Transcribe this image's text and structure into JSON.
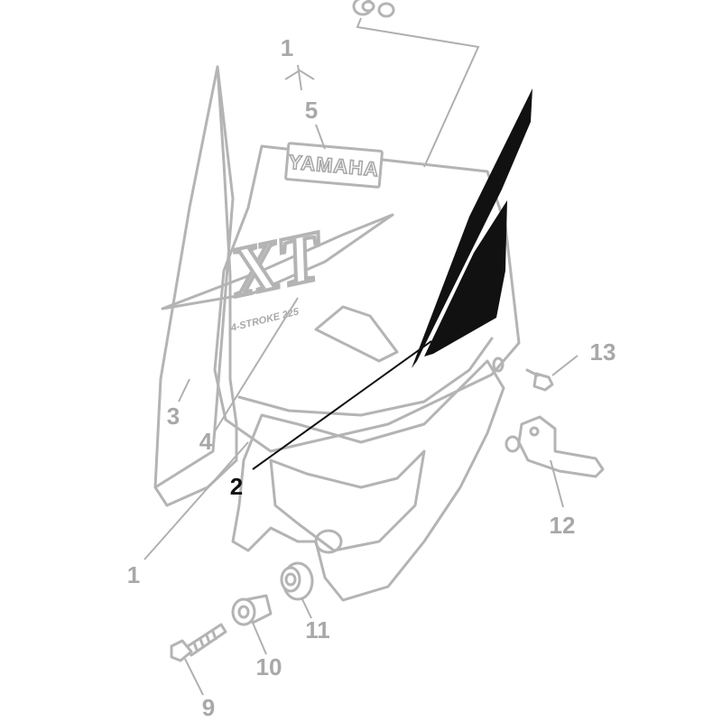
{
  "diagram": {
    "callouts": {
      "c1_top": "1",
      "c5": "5",
      "c13": "13",
      "c3": "3",
      "c4": "4",
      "c2": "2",
      "c12": "12",
      "c1_bottom": "1",
      "c11": "11",
      "c10": "10",
      "c9": "9"
    },
    "decals": {
      "brand": "YAMAHA",
      "model": "XT",
      "engine": "4-STROKE 225"
    },
    "colors": {
      "line_art": "#b4b4b4",
      "highlight": "#111111"
    }
  }
}
